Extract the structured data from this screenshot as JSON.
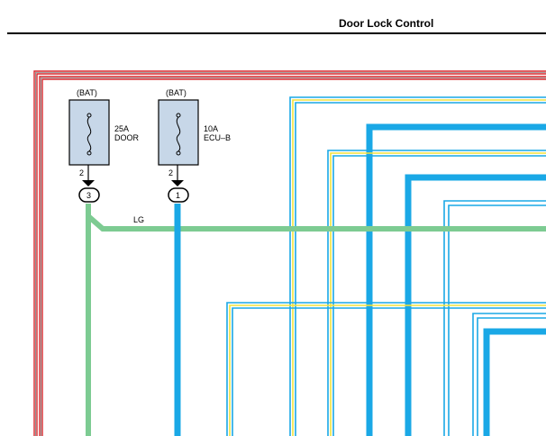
{
  "header": {
    "title": "Door Lock Control"
  },
  "fuses": [
    {
      "source": "(BAT)",
      "rating": "25A",
      "name": "DOOR",
      "pin": "2",
      "connector": "3"
    },
    {
      "source": "(BAT)",
      "rating": "10A",
      "name": "ECU–B",
      "pin": "2",
      "connector": "1"
    }
  ],
  "wires": {
    "lg_label": "LG"
  },
  "colors": {
    "border_red": "#d7262c",
    "wire_green": "#7dcb92",
    "wire_blue": "#1aa8e6",
    "wire_yellow": "#f3e23c",
    "fuse_fill": "#c7d7e8"
  }
}
